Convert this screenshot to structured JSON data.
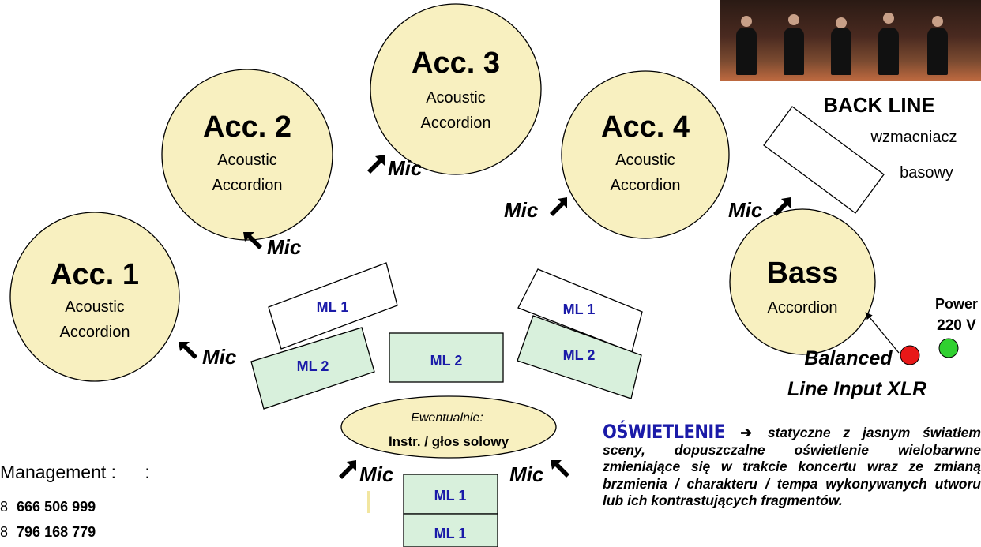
{
  "performers": [
    {
      "name": "Acc. 1",
      "line1": "Acoustic",
      "line2": "Accordion"
    },
    {
      "name": "Acc. 2",
      "line1": "Acoustic",
      "line2": "Accordion"
    },
    {
      "name": "Acc. 3",
      "line1": "Acoustic",
      "line2": "Accordion"
    },
    {
      "name": "Acc. 4",
      "line1": "Acoustic",
      "line2": "Accordion"
    },
    {
      "name": "Bass",
      "line1": "Accordion"
    }
  ],
  "mic_label": "Mic",
  "monitors": {
    "ml1": "ML 1",
    "ml2": "ML 2"
  },
  "soloist": {
    "line1": "Ewentualnie:",
    "line2": "Instr. / głos solowy"
  },
  "backline": {
    "title": "BACK  LINE",
    "line1": "wzmacniacz",
    "line2": "basowy"
  },
  "power": {
    "line1": "Power",
    "line2": "220  V"
  },
  "input": {
    "line1": "Balanced",
    "line2": "Line  Input  XLR"
  },
  "management": {
    "label": "Management :",
    "colon": ":",
    "phones": [
      {
        "prefix": "8",
        "number": "666 506 999"
      },
      {
        "prefix": "8",
        "number": "796 168 779"
      }
    ]
  },
  "lighting": {
    "title": "OŚWIETLENIE",
    "arrow": "➔",
    "text": "statyczne z jasnym światłem sceny, dopuszczalne oświetlenie wielobarwne zmieniające się w trakcie koncertu wraz ze zmianą brzmienia / charakteru / tempa wykonywanych utworu lub ich kontrastujących fragmentów."
  },
  "colors": {
    "circle": "#f8f0c0",
    "ml1": "#ffffff",
    "ml2": "#d8f0dc",
    "ml_text": "#1a1aa8",
    "red_led": "#e81818",
    "green_led": "#30d030",
    "lighting_title": "#1a1aa8"
  }
}
